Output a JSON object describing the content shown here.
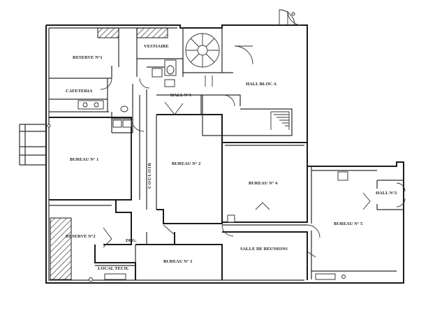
{
  "rooms": {
    "reserve1": "RESERVE N°1",
    "vestiaire": "VESTIAIRE",
    "cafeteria": "CAFETERIA",
    "hall1": "HALL N°1",
    "hall_bloc_a": "HALL BLOC A",
    "bureau1": "BUREAU N° 1",
    "bureau2": "BUREAU N° 2",
    "bureau4": "BUREAU N° 4",
    "bureau5": "BUREAU N° 5",
    "bureau3": "BUREAU N° 3",
    "hall2": "HALL N°2",
    "reserve2": "RESERVE N°2",
    "deg": "DEG.",
    "salle_reunions": "SALLE DE REUNIONS",
    "local_tech": "LOCAL TECH.",
    "couloir": "COULOIR"
  }
}
